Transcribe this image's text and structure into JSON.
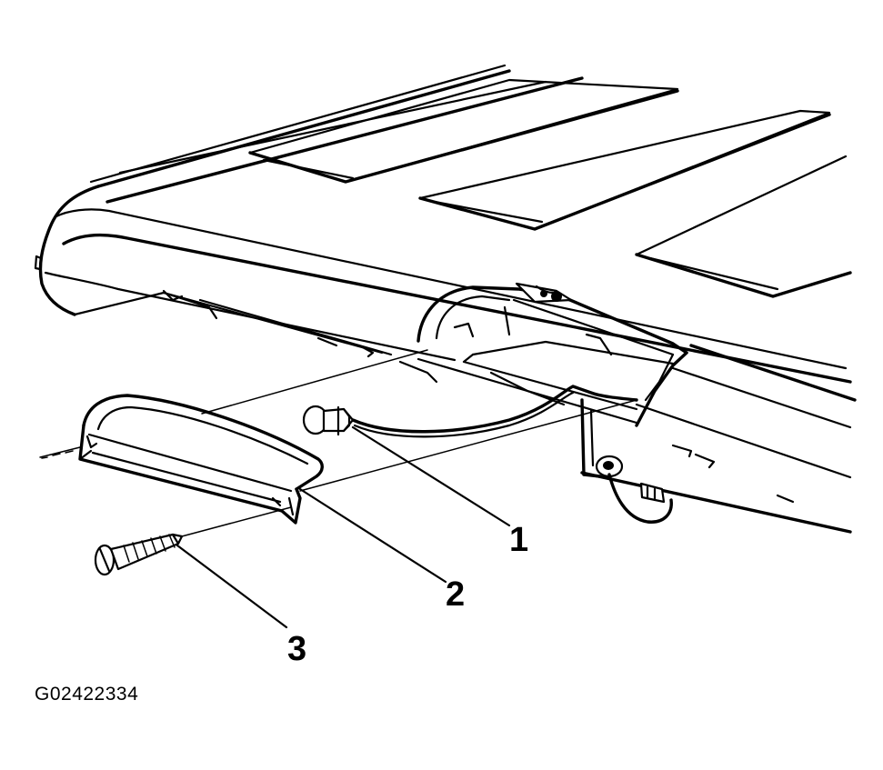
{
  "figure": {
    "id": "G02422334",
    "callouts": [
      {
        "number": "1",
        "item": "bulb-socket"
      },
      {
        "number": "2",
        "item": "lamp-lens"
      },
      {
        "number": "3",
        "item": "screw"
      }
    ]
  }
}
